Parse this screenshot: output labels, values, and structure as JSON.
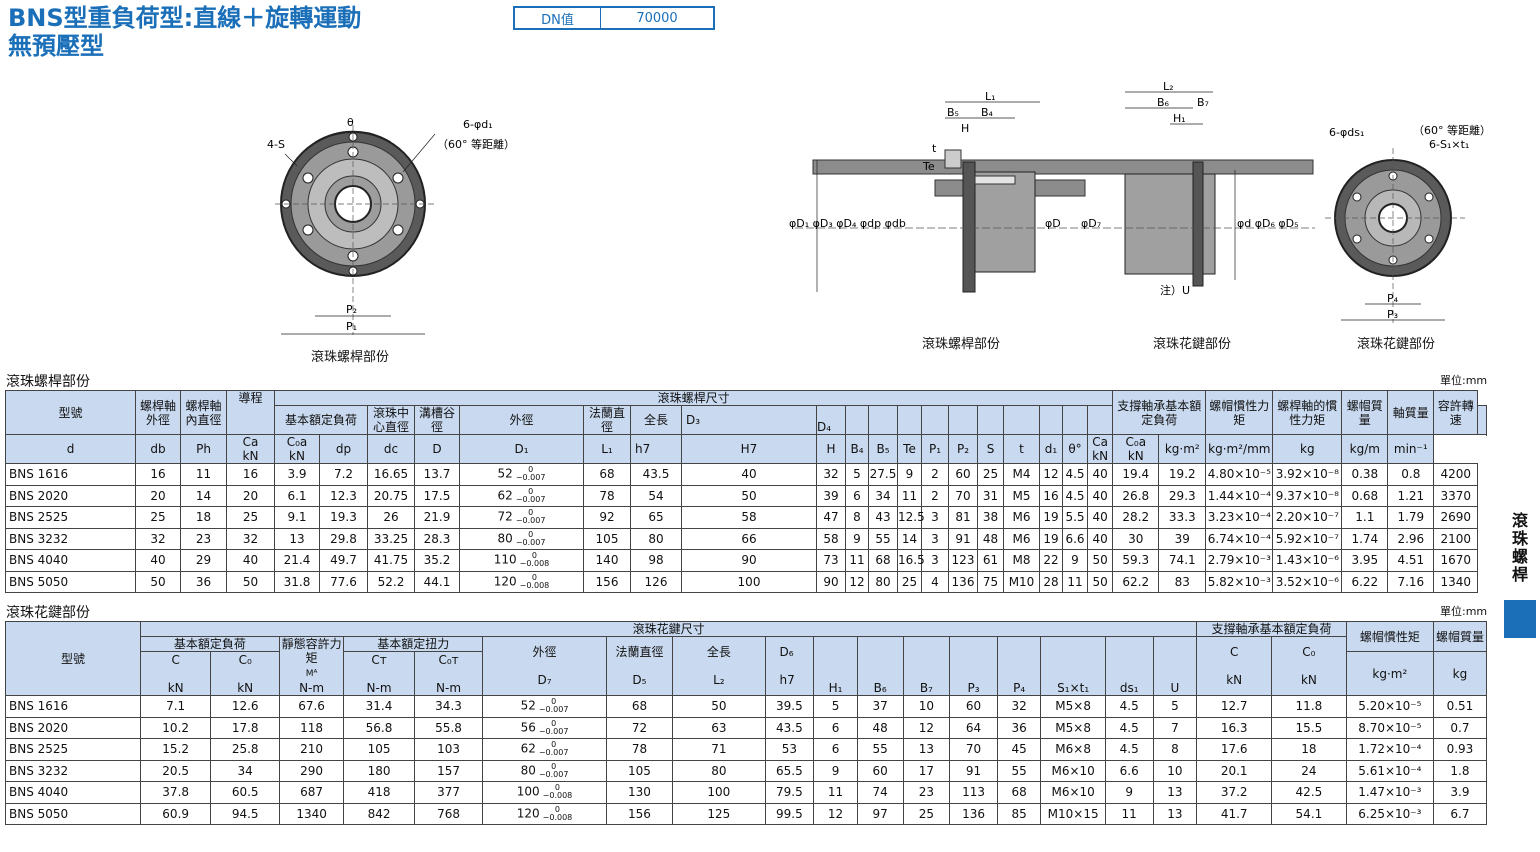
{
  "title": {
    "line1": "BNS型重負荷型:直線＋旋轉運動",
    "line2": "無預壓型"
  },
  "dn": {
    "label": "DN值",
    "value": "70000"
  },
  "drawing": {
    "left_labels": {
      "s": "4-S",
      "theta": "θ",
      "holes": "6-φd₁",
      "pitch": "（60° 等距離）",
      "p2": "P₂",
      "p1": "P₁"
    },
    "mid_labels": {
      "l1": "L₁",
      "b5": "B₅",
      "b4": "B₄",
      "h": "H",
      "t": "t",
      "te": "Te",
      "d_row": "φD₁ φD₃ φD₄ φdp φdb",
      "d": "φD",
      "d7": "φD₇",
      "l2": "L₂",
      "b6": "B₆",
      "b7": "B₇",
      "h1": "H₁",
      "d_right": "φd φD₆ φD₅",
      "note": "注）U"
    },
    "right_labels": {
      "holes": "6-φds₁",
      "pitch": "（60° 等距離）",
      "screw": "6-S₁×t₁",
      "p4": "P₄",
      "p3": "P₃"
    },
    "captions": {
      "left": "滾珠螺桿部份",
      "mid": "滾珠螺桿部份",
      "mid2": "滾珠花鍵部份",
      "right": "滾珠花鍵部份"
    }
  },
  "section1": {
    "title": "滾珠螺桿部份",
    "unit": "單位:mm"
  },
  "section2": {
    "title": "滾珠花鍵部份",
    "unit": "單位:mm"
  },
  "side_label": "滾珠螺桿",
  "table1": {
    "h_model": "型號",
    "h_shaft_od": "螺桿軸外徑",
    "h_shaft_id": "螺桿軸內直徑",
    "h_lead": "導程",
    "h_group": "滾珠螺桿尺寸",
    "h_load": "基本額定負荷",
    "h_pcd": "滾珠中心直徑",
    "h_groove": "溝槽谷徑",
    "h_od": "外徑",
    "h_flange": "法蘭直徑",
    "h_len": "全長",
    "h_sup": "支撐軸承基本額定負荷",
    "h_nut_in": "螺帽慣性力矩",
    "h_shaft_in": "螺桿軸的慣性力矩",
    "h_nut_m": "螺帽質量",
    "h_shaft_m": "軸質量",
    "h_speed": "容許轉速",
    "c_ca": "Ca",
    "c_c0a": "C₀a",
    "c_kn1": "kN",
    "c_kn2": "kN",
    "c_d3": "D₃",
    "c_d4": "D₄",
    "c_d": "d",
    "c_db": "db",
    "c_ph": "Ph",
    "c_dp": "dp",
    "c_dc": "dc",
    "c_D": "D",
    "c_D1": "D₁",
    "c_L1": "L₁",
    "c_h7a": "h7",
    "c_h7b": "H7",
    "c_H": "H",
    "c_B4": "B₄",
    "c_B5": "B₅",
    "c_Te": "Te",
    "c_P1": "P₁",
    "c_P2": "P₂",
    "c_S": "S",
    "c_t": "t",
    "c_d1": "d₁",
    "c_th": "θ°",
    "c_sCa": "Ca",
    "c_sC0a": "C₀a",
    "c_skn1": "kN",
    "c_skn2": "kN",
    "u_nut_in": "kg·m²",
    "u_shaft_in": "kg·m²/mm",
    "u_nut_m": "kg",
    "u_shaft_m": "kg/m",
    "u_speed": "min⁻¹",
    "rows": [
      {
        "model": "BNS 1616",
        "d": "16",
        "db": "11",
        "ph": "16",
        "ca": "3.9",
        "c0a": "7.2",
        "dp": "16.65",
        "dc": "13.7",
        "D": "52",
        "tu": "0",
        "tl": "−0.007",
        "D1": "68",
        "L1": "43.5",
        "D3": "40",
        "D4": "32",
        "H": "5",
        "B4": "27.5",
        "B5": "9",
        "Te": "2",
        "P1": "60",
        "P2": "25",
        "S": "M4",
        "t": "12",
        "d1": "4.5",
        "th": "40",
        "sca": "19.4",
        "sc0a": "19.2",
        "ni": "4.80×10⁻⁵",
        "si": "3.92×10⁻⁸",
        "nm": "0.38",
        "sm": "0.8",
        "sp": "4200"
      },
      {
        "model": "BNS 2020",
        "d": "20",
        "db": "14",
        "ph": "20",
        "ca": "6.1",
        "c0a": "12.3",
        "dp": "20.75",
        "dc": "17.5",
        "D": "62",
        "tu": "0",
        "tl": "−0.007",
        "D1": "78",
        "L1": "54",
        "D3": "50",
        "D4": "39",
        "H": "6",
        "B4": "34",
        "B5": "11",
        "Te": "2",
        "P1": "70",
        "P2": "31",
        "S": "M5",
        "t": "16",
        "d1": "4.5",
        "th": "40",
        "sca": "26.8",
        "sc0a": "29.3",
        "ni": "1.44×10⁻⁴",
        "si": "9.37×10⁻⁸",
        "nm": "0.68",
        "sm": "1.21",
        "sp": "3370"
      },
      {
        "model": "BNS 2525",
        "d": "25",
        "db": "18",
        "ph": "25",
        "ca": "9.1",
        "c0a": "19.3",
        "dp": "26",
        "dc": "21.9",
        "D": "72",
        "tu": "0",
        "tl": "−0.007",
        "D1": "92",
        "L1": "65",
        "D3": "58",
        "D4": "47",
        "H": "8",
        "B4": "43",
        "B5": "12.5",
        "Te": "3",
        "P1": "81",
        "P2": "38",
        "S": "M6",
        "t": "19",
        "d1": "5.5",
        "th": "40",
        "sca": "28.2",
        "sc0a": "33.3",
        "ni": "3.23×10⁻⁴",
        "si": "2.20×10⁻⁷",
        "nm": "1.1",
        "sm": "1.79",
        "sp": "2690"
      },
      {
        "model": "BNS 3232",
        "d": "32",
        "db": "23",
        "ph": "32",
        "ca": "13",
        "c0a": "29.8",
        "dp": "33.25",
        "dc": "28.3",
        "D": "80",
        "tu": "0",
        "tl": "−0.007",
        "D1": "105",
        "L1": "80",
        "D3": "66",
        "D4": "58",
        "H": "9",
        "B4": "55",
        "B5": "14",
        "Te": "3",
        "P1": "91",
        "P2": "48",
        "S": "M6",
        "t": "19",
        "d1": "6.6",
        "th": "40",
        "sca": "30",
        "sc0a": "39",
        "ni": "6.74×10⁻⁴",
        "si": "5.92×10⁻⁷",
        "nm": "1.74",
        "sm": "2.96",
        "sp": "2100"
      },
      {
        "model": "BNS 4040",
        "d": "40",
        "db": "29",
        "ph": "40",
        "ca": "21.4",
        "c0a": "49.7",
        "dp": "41.75",
        "dc": "35.2",
        "D": "110",
        "tu": "0",
        "tl": "−0.008",
        "D1": "140",
        "L1": "98",
        "D3": "90",
        "D4": "73",
        "H": "11",
        "B4": "68",
        "B5": "16.5",
        "Te": "3",
        "P1": "123",
        "P2": "61",
        "S": "M8",
        "t": "22",
        "d1": "9",
        "th": "50",
        "sca": "59.3",
        "sc0a": "74.1",
        "ni": "2.79×10⁻³",
        "si": "1.43×10⁻⁶",
        "nm": "3.95",
        "sm": "4.51",
        "sp": "1670"
      },
      {
        "model": "BNS 5050",
        "d": "50",
        "db": "36",
        "ph": "50",
        "ca": "31.8",
        "c0a": "77.6",
        "dp": "52.2",
        "dc": "44.1",
        "D": "120",
        "tu": "0",
        "tl": "−0.008",
        "D1": "156",
        "L1": "126",
        "D3": "100",
        "D4": "90",
        "H": "12",
        "B4": "80",
        "B5": "25",
        "Te": "4",
        "P1": "136",
        "P2": "75",
        "S": "M10",
        "t": "28",
        "d1": "11",
        "th": "50",
        "sca": "62.2",
        "sc0a": "83",
        "ni": "5.82×10⁻³",
        "si": "3.52×10⁻⁶",
        "nm": "6.22",
        "sm": "7.16",
        "sp": "1340"
      }
    ]
  },
  "table2": {
    "h_model": "型號",
    "h_group": "滾珠花鍵尺寸",
    "h_load": "基本額定負荷",
    "h_static": "靜態容許力矩",
    "h_torque": "基本額定扭力",
    "h_od": "外徑",
    "h_flange": "法蘭直徑",
    "h_len": "全長",
    "h_sup": "支撐軸承基本額定負荷",
    "h_nut_in": "螺帽慣性矩",
    "h_nut_m": "螺帽質量",
    "c_C": "C",
    "c_C0": "C₀",
    "c_Ma": "Mᴬ",
    "c_Ct": "Cᴛ",
    "c_C0t": "C₀ᴛ",
    "c_D6": "D₆",
    "u_kn1": "kN",
    "u_kn2": "kN",
    "u_nm1": "N-m",
    "u_nm2": "N-m",
    "u_nm3": "N-m",
    "c_D7": "D₇",
    "c_D5": "D₅",
    "c_L2": "L₂",
    "c_h7": "h7",
    "c_H1": "H₁",
    "c_B6": "B₆",
    "c_B7": "B₇",
    "c_P3": "P₃",
    "c_P4": "P₄",
    "c_S1": "S₁×t₁",
    "c_ds1": "ds₁",
    "c_U": "U",
    "c_sC": "C",
    "c_sC0": "C₀",
    "u_skn1": "kN",
    "u_skn2": "kN",
    "u_nut_in": "kg·m²",
    "u_nut_m": "kg",
    "rows": [
      {
        "model": "BNS 1616",
        "c": "7.1",
        "c0": "12.6",
        "ma": "67.6",
        "ct": "31.4",
        "c0t": "34.3",
        "D7": "52",
        "tu": "0",
        "tl": "−0.007",
        "D5": "68",
        "L2": "50",
        "D6": "39.5",
        "H1": "5",
        "B6": "37",
        "B7": "10",
        "P3": "60",
        "P4": "32",
        "S1": "M5×8",
        "ds1": "4.5",
        "U": "5",
        "sc": "12.7",
        "sc0": "11.8",
        "ni": "5.20×10⁻⁵",
        "nm": "0.51"
      },
      {
        "model": "BNS 2020",
        "c": "10.2",
        "c0": "17.8",
        "ma": "118",
        "ct": "56.8",
        "c0t": "55.8",
        "D7": "56",
        "tu": "0",
        "tl": "−0.007",
        "D5": "72",
        "L2": "63",
        "D6": "43.5",
        "H1": "6",
        "B6": "48",
        "B7": "12",
        "P3": "64",
        "P4": "36",
        "S1": "M5×8",
        "ds1": "4.5",
        "U": "7",
        "sc": "16.3",
        "sc0": "15.5",
        "ni": "8.70×10⁻⁵",
        "nm": "0.7"
      },
      {
        "model": "BNS 2525",
        "c": "15.2",
        "c0": "25.8",
        "ma": "210",
        "ct": "105",
        "c0t": "103",
        "D7": "62",
        "tu": "0",
        "tl": "−0.007",
        "D5": "78",
        "L2": "71",
        "D6": "53",
        "H1": "6",
        "B6": "55",
        "B7": "13",
        "P3": "70",
        "P4": "45",
        "S1": "M6×8",
        "ds1": "4.5",
        "U": "8",
        "sc": "17.6",
        "sc0": "18",
        "ni": "1.72×10⁻⁴",
        "nm": "0.93"
      },
      {
        "model": "BNS 3232",
        "c": "20.5",
        "c0": "34",
        "ma": "290",
        "ct": "180",
        "c0t": "157",
        "D7": "80",
        "tu": "0",
        "tl": "−0.007",
        "D5": "105",
        "L2": "80",
        "D6": "65.5",
        "H1": "9",
        "B6": "60",
        "B7": "17",
        "P3": "91",
        "P4": "55",
        "S1": "M6×10",
        "ds1": "6.6",
        "U": "10",
        "sc": "20.1",
        "sc0": "24",
        "ni": "5.61×10⁻⁴",
        "nm": "1.8"
      },
      {
        "model": "BNS 4040",
        "c": "37.8",
        "c0": "60.5",
        "ma": "687",
        "ct": "418",
        "c0t": "377",
        "D7": "100",
        "tu": "0",
        "tl": "−0.008",
        "D5": "130",
        "L2": "100",
        "D6": "79.5",
        "H1": "11",
        "B6": "74",
        "B7": "23",
        "P3": "113",
        "P4": "68",
        "S1": "M6×10",
        "ds1": "9",
        "U": "13",
        "sc": "37.2",
        "sc0": "42.5",
        "ni": "1.47×10⁻³",
        "nm": "3.9"
      },
      {
        "model": "BNS 5050",
        "c": "60.9",
        "c0": "94.5",
        "ma": "1340",
        "ct": "842",
        "c0t": "768",
        "D7": "120",
        "tu": "0",
        "tl": "−0.008",
        "D5": "156",
        "L2": "125",
        "D6": "99.5",
        "H1": "12",
        "B6": "97",
        "B7": "25",
        "P3": "136",
        "P4": "85",
        "S1": "M10×15",
        "ds1": "11",
        "U": "13",
        "sc": "41.7",
        "sc0": "54.1",
        "ni": "6.25×10⁻³",
        "nm": "6.7"
      }
    ]
  }
}
